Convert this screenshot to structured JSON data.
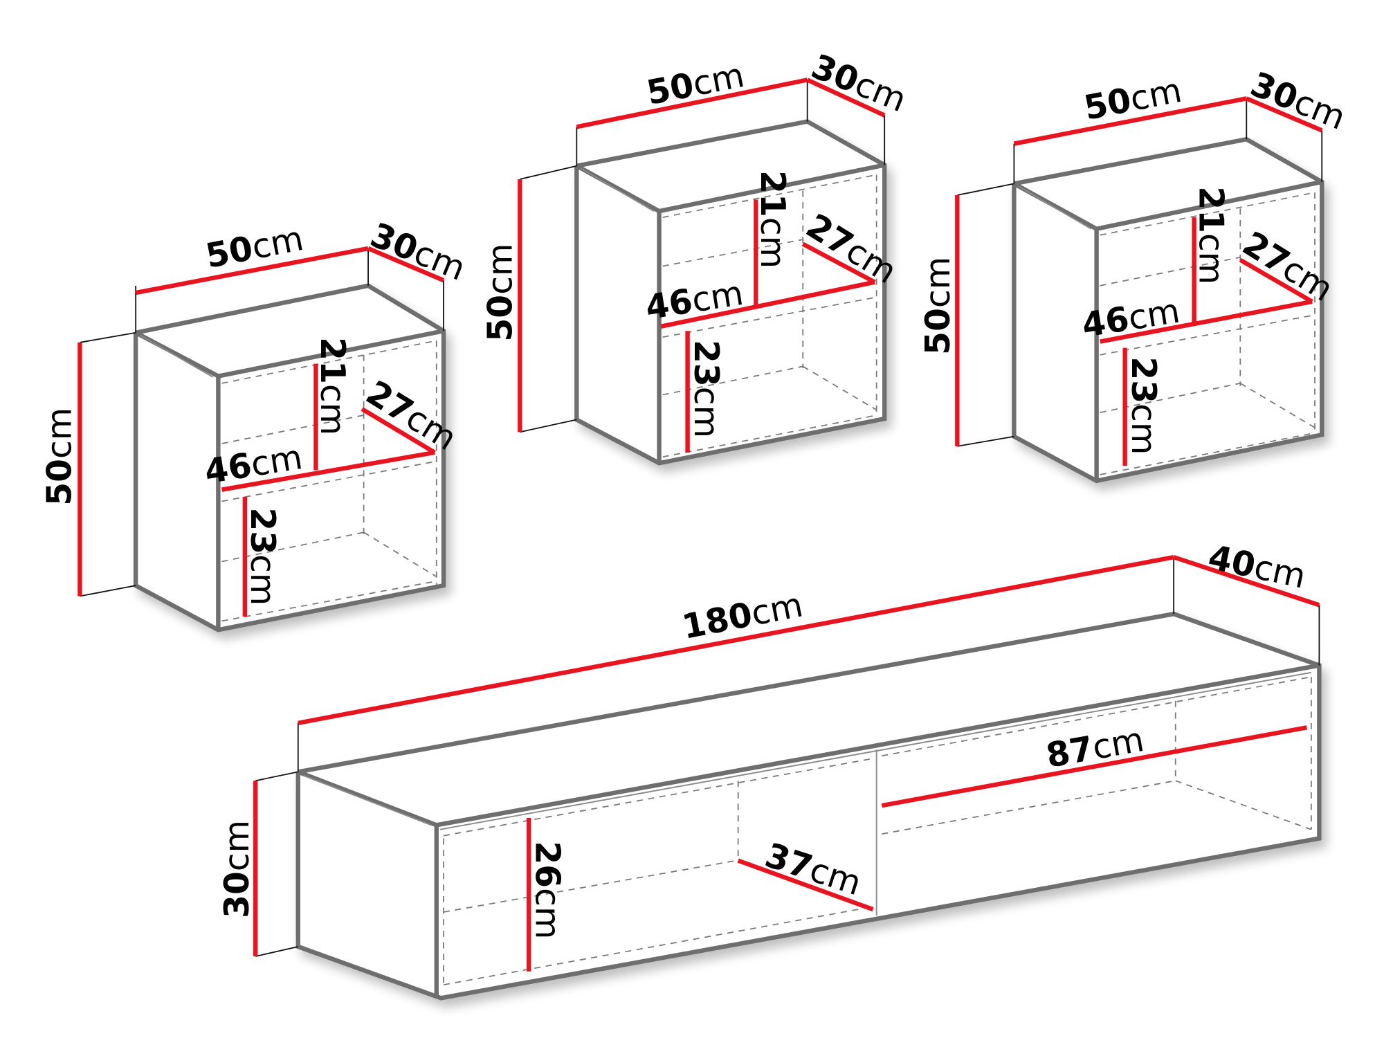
{
  "title": "Furniture set dimensions diagram",
  "colors": {
    "dimension_line": "#e8141f",
    "edge": "#6e6e6e",
    "text": "#000000",
    "background": "#ffffff"
  },
  "unit": "cm",
  "cabinets": [
    {
      "id": "wall-cabinet-left",
      "width": {
        "value": "50",
        "unit": "cm"
      },
      "depth": {
        "value": "30",
        "unit": "cm"
      },
      "height": {
        "value": "50",
        "unit": "cm"
      },
      "upper_compartment_height": {
        "value": "21",
        "unit": "cm"
      },
      "inner_depth": {
        "value": "27",
        "unit": "cm"
      },
      "inner_width": {
        "value": "46",
        "unit": "cm"
      },
      "lower_compartment_height": {
        "value": "23",
        "unit": "cm"
      }
    },
    {
      "id": "wall-cabinet-middle",
      "width": {
        "value": "50",
        "unit": "cm"
      },
      "depth": {
        "value": "30",
        "unit": "cm"
      },
      "height": {
        "value": "50",
        "unit": "cm"
      },
      "upper_compartment_height": {
        "value": "21",
        "unit": "cm"
      },
      "inner_depth": {
        "value": "27",
        "unit": "cm"
      },
      "inner_width": {
        "value": "46",
        "unit": "cm"
      },
      "lower_compartment_height": {
        "value": "23",
        "unit": "cm"
      }
    },
    {
      "id": "wall-cabinet-right",
      "width": {
        "value": "50",
        "unit": "cm"
      },
      "depth": {
        "value": "30",
        "unit": "cm"
      },
      "height": {
        "value": "50",
        "unit": "cm"
      },
      "upper_compartment_height": {
        "value": "21",
        "unit": "cm"
      },
      "inner_depth": {
        "value": "27",
        "unit": "cm"
      },
      "inner_width": {
        "value": "46",
        "unit": "cm"
      },
      "lower_compartment_height": {
        "value": "23",
        "unit": "cm"
      }
    }
  ],
  "tv_stand": {
    "width": {
      "value": "180",
      "unit": "cm"
    },
    "depth": {
      "value": "40",
      "unit": "cm"
    },
    "height": {
      "value": "30",
      "unit": "cm"
    },
    "compartment_width": {
      "value": "87",
      "unit": "cm"
    },
    "compartment_depth": {
      "value": "37",
      "unit": "cm"
    },
    "compartment_height": {
      "value": "26",
      "unit": "cm"
    }
  }
}
